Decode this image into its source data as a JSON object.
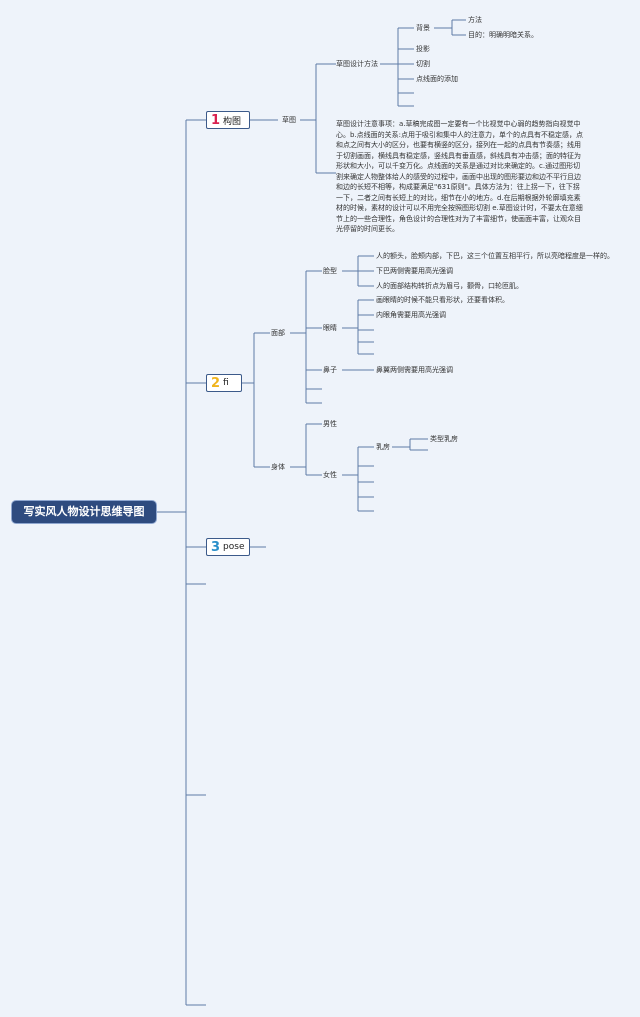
{
  "root": "写实风人物设计思维导图",
  "branches": [
    {
      "num": "1",
      "label": "构图",
      "color": "#d9214f"
    },
    {
      "num": "2",
      "label": "fi",
      "color": "#f0b41e"
    },
    {
      "num": "3",
      "label": "pose",
      "color": "#2a8fc9"
    }
  ],
  "b1": {
    "sketch": "草图",
    "method": "草图设计方法",
    "bg": "背景",
    "bg_method": "方法",
    "bg_purpose": "目的：明确明暗关系。",
    "projection": "投影",
    "cut": "切割",
    "dotlineface": "点线面的添加",
    "note": "草图设计注意事项：a.草稿完成图一定要有一个比视觉中心弱的趋势指向视觉中心。b.点线面的关系:点用于吸引和集中人的注意力，单个的点具有不稳定感，点和点之间有大小的区分，也要有横竖的区分，接列在一起的点具有节奏感；线用于切割画面，横线具有稳定感，竖线具有垂直感，斜线具有冲击感；面的特征为形状和大小，可以千变万化。点线面的关系是通过对比来确定的。c.通过图形切割来确定人物整体给人的感受的过程中，画面中出现的图形要边和边不平行且边和边的长短不相等，构成要满足\"631原则\"。具体方法为：往上拐一下，往下拐一下，二者之间有长短上的对比，细节在小的地方。d.在后期根据外轮廓填充素材的时候，素材的设计可以不用完全按照图形切割 e.草图设计时，不要太在意细节上的一些合理性，角色设计的合理性对为了丰富细节，使画面丰富，让观众目光停留的时间更长。"
  },
  "b2": {
    "face": "面部",
    "shape": "脸型",
    "shape_1": "人的额头，脸颊内部，下巴，这三个位置互相平行，所以亮暗程度是一样的。",
    "shape_2": "下巴两侧需要用高光强调",
    "shape_3": "人的面部结构转折点为眉弓，颧骨，口轮匝肌。",
    "eye": "眼睛",
    "eye_1": "画眼睛的时候不能只看形状，还要看体积。",
    "eye_2": "内眼角需要用高光强调",
    "nose": "鼻子",
    "nose_1": "鼻翼两侧需要用高光强调",
    "body": "身体",
    "male": "男性",
    "female": "女性",
    "breast": "乳房",
    "breast_type": "类型乳房"
  }
}
